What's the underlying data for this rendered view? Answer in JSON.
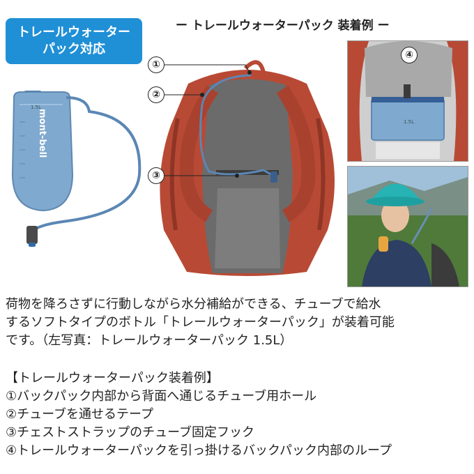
{
  "badge": {
    "line1": "トレールウォーター",
    "line2": "パック対応"
  },
  "heading": "ー トレールウォーターパック 装着例 ー",
  "bottle_brand": "mont-bell",
  "bottle_size_a": "1.5L",
  "bottle_size_b": "1.5L",
  "callouts": [
    "①",
    "②",
    "③",
    "④"
  ],
  "description": {
    "line1": "荷物を降ろさずに行動しながら水分補給ができる、チューブで給水",
    "line2": "するソフトタイプのボトル「トレールウォーターパック」が装着可能",
    "line3": "です。（左写真：トレールウォーターパック 1.5L）"
  },
  "list": {
    "title": "【トレールウォーターパック装着例】",
    "items": [
      "①バックパック内部から背面へ通じるチューブ用ホール",
      "②チューブを通せるテープ",
      "③チェストストラップのチューブ固定フック",
      "④トレールウォーターパックを引っ掛けるバックパック内部のループ"
    ]
  },
  "colors": {
    "badge": "#1f8fd6",
    "pack_red": "#b84a35",
    "pack_grey": "#6b6b6b",
    "bladder": "#7fa9cf"
  }
}
